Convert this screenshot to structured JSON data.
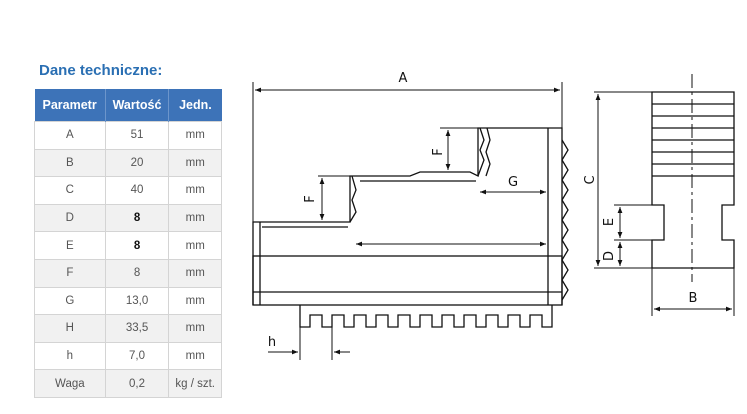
{
  "title": "Dane techniczne:",
  "table": {
    "headers": [
      "Parametr",
      "Wartość",
      "Jedn."
    ],
    "rows": [
      {
        "param": "A",
        "value": "51",
        "unit": "mm"
      },
      {
        "param": "B",
        "value": "20",
        "unit": "mm"
      },
      {
        "param": "C",
        "value": "40",
        "unit": "mm"
      },
      {
        "param": "D",
        "value": "8",
        "unit": "mm"
      },
      {
        "param": "E",
        "value": "8",
        "unit": "mm"
      },
      {
        "param": "F",
        "value": "8",
        "unit": "mm"
      },
      {
        "param": "G",
        "value": "13,0",
        "unit": "mm"
      },
      {
        "param": "H",
        "value": "33,5",
        "unit": "mm"
      },
      {
        "param": "h",
        "value": "7,0",
        "unit": "mm"
      },
      {
        "param": "Waga",
        "value": "0,2",
        "unit": "kg / szt."
      }
    ]
  },
  "drawing": {
    "labels": {
      "A": "A",
      "B": "B",
      "C": "C",
      "D": "D",
      "E": "E",
      "F_upper": "F",
      "F_lower": "F",
      "G": "G",
      "h": "h"
    }
  }
}
